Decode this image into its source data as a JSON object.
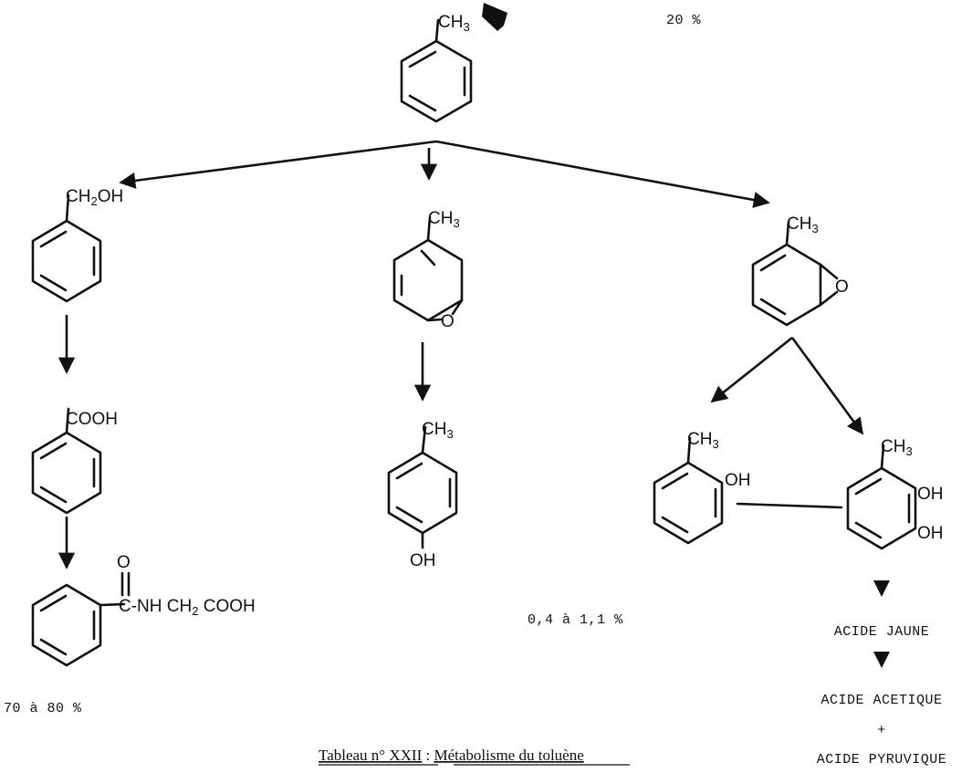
{
  "labels": {
    "toluene_ch3": "CH3",
    "benzyl_alcohol": "CH2OH",
    "benzoic_acid": "COOH",
    "hippuric_o": "O",
    "hippuric_chain": "C-NH CH2 COOH",
    "epoxide34_ch3": "CH3",
    "epoxide_o1": "O",
    "pcresol_ch3": "CH3",
    "pcresol_oh": "OH",
    "epoxide23_ch3": "CH3",
    "epoxide_o2": "O",
    "ocresol_ch3": "CH3",
    "ocresol_oh": "OH",
    "catechol_ch3": "CH3",
    "catechol_oh1": "OH",
    "catechol_oh2": "OH"
  },
  "percentages": {
    "top": "20 %",
    "left": "70 à 80 %",
    "middle": "0,4 à 1,1 %"
  },
  "products": {
    "acide_jaune": "ACIDE JAUNE",
    "acide_acetique": "ACIDE ACETIQUE",
    "plus": "+",
    "acide_pyruvique": "ACIDE PYRUVIQUE"
  },
  "caption": {
    "label": "Tableau n° XXII",
    "separator": " : ",
    "title": "Métabolisme du toluène"
  }
}
